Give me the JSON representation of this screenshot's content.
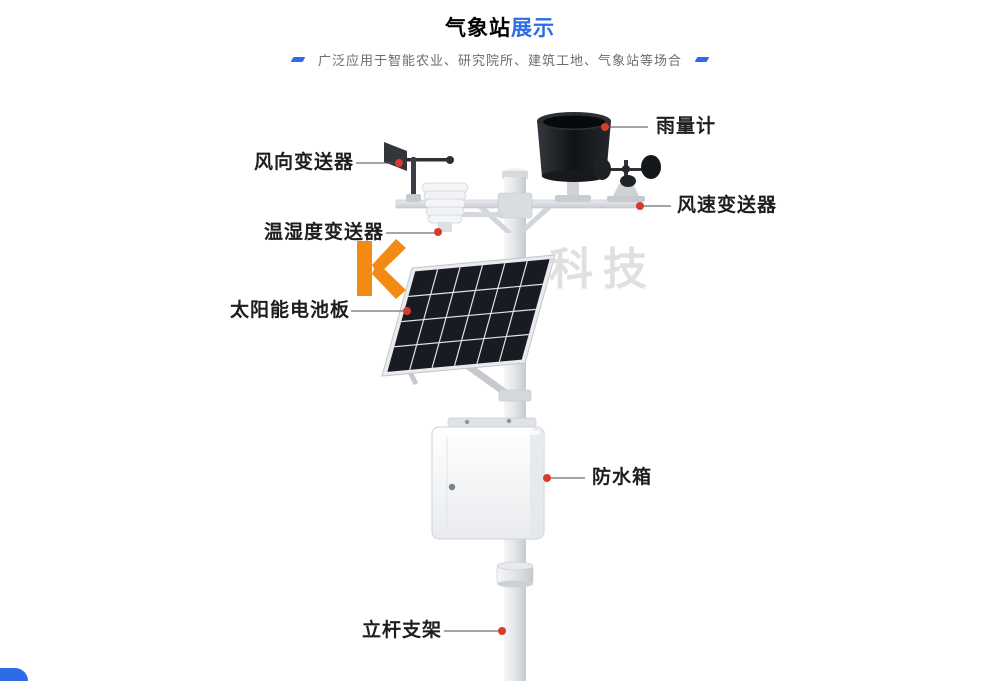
{
  "header": {
    "title_primary": "气象站",
    "title_accent": "展示",
    "subtitle": "广泛应用于智能农业、研究院所、建筑工地、气象站等场合"
  },
  "annotations": {
    "rain_gauge": "雨量计",
    "wind_direction": "风向变送器",
    "temp_humidity": "温湿度变送器",
    "wind_speed": "风速变送器",
    "solar_panel": "太阳能电池板",
    "waterproof_box": "防水箱",
    "pole": "立杆支架"
  },
  "watermark": {
    "text": "科技"
  },
  "colors": {
    "accent_blue": "#2e6be6",
    "title_dark": "#3c4560",
    "callout_dot_red": "#d63b2e",
    "watermark_orange": "#f18101",
    "panel_dark": "#181c22"
  }
}
